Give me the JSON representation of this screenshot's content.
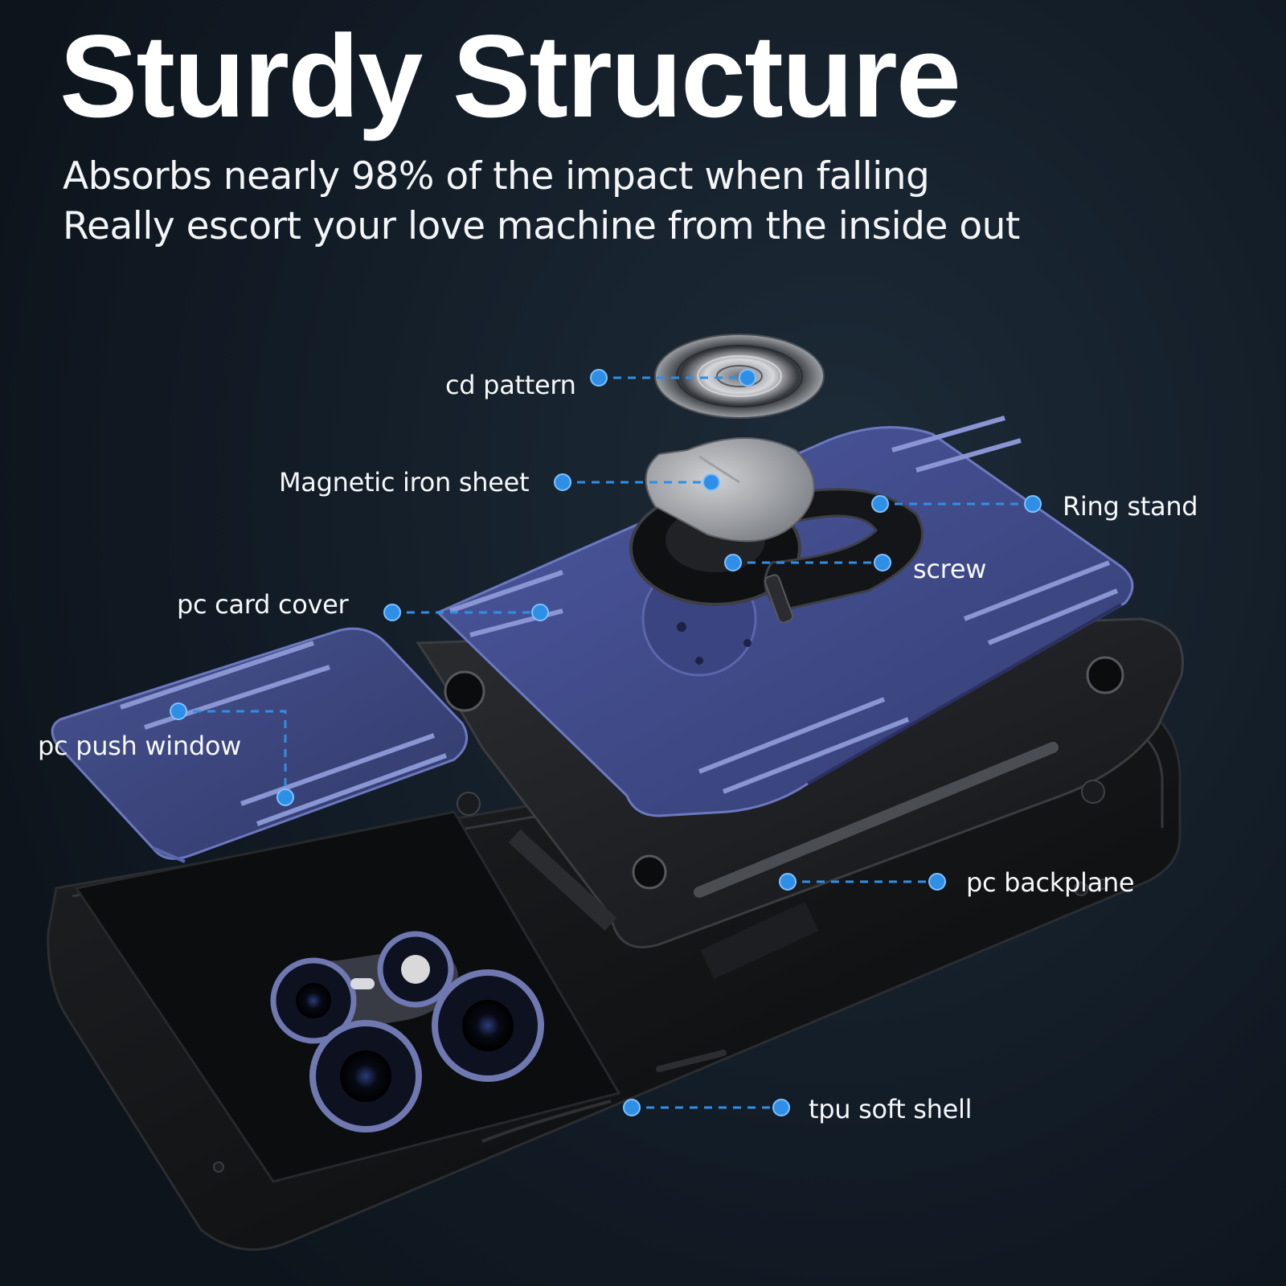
{
  "headline": "Sturdy Structure",
  "taglines": [
    "Absorbs nearly 98% of the impact when falling",
    "Really escort your love machine from the inside out"
  ],
  "callouts": {
    "cd_pattern": "cd pattern",
    "magnetic_iron_sheet": "Magnetic iron sheet",
    "ring_stand": "Ring stand",
    "screw": "screw",
    "pc_card_cover": "pc card cover",
    "pc_push_window": "pc push window",
    "pc_backplane": "pc backplane",
    "tpu_soft_shell": "tpu soft shell"
  },
  "colors": {
    "background": "#15202b",
    "callout_dot": "#2f8fe6",
    "callout_line": "#2f8fe6",
    "case_blue": "#3f4a86",
    "case_black": "#121315",
    "text": "#ffffff"
  }
}
